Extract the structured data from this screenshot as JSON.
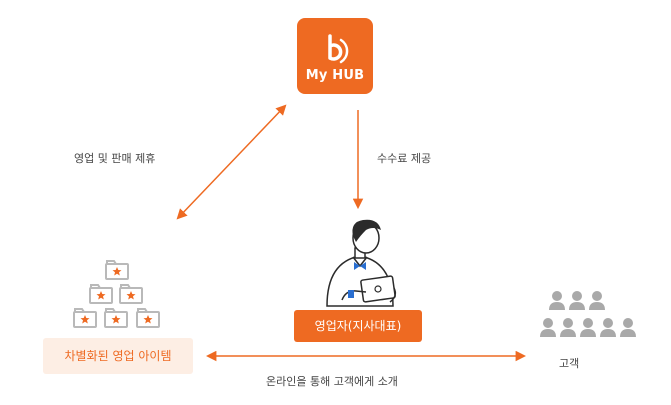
{
  "logo": {
    "brand_text": "My HUB",
    "color": "#ee6a22"
  },
  "relations": {
    "partnership_label": "영업 및 판매 제휴",
    "commission_label": "수수료 제공",
    "online_label": "온라인을 통해 고객에게 소개"
  },
  "agent": {
    "label": "영업자(지사대표)"
  },
  "items": {
    "label": "차별화된 영업 아이템"
  },
  "customers": {
    "label": "고객"
  },
  "colors": {
    "accent": "#ee6a22",
    "accent_light": "#fdeee4",
    "folder_gray": "#b9b9b9",
    "people_gray": "#a9a9a9",
    "tie_blue": "#2a6fd1"
  }
}
